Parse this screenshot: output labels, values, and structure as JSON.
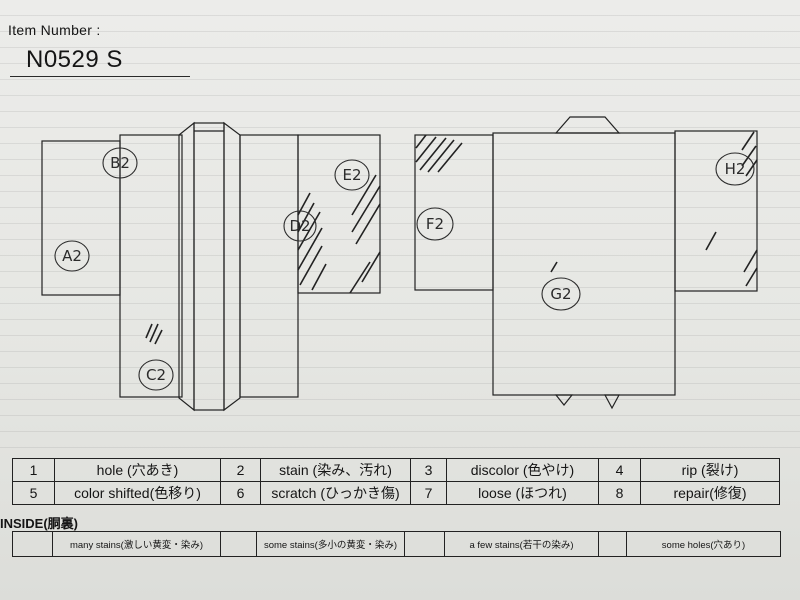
{
  "header": {
    "item_label": "Item Number :",
    "item_number": "N0529  S"
  },
  "diagram": {
    "front_labels": [
      "A2",
      "B2",
      "C2",
      "D2",
      "E2"
    ],
    "back_labels": [
      "F2",
      "G2",
      "H2"
    ]
  },
  "legend": {
    "rows": [
      [
        {
          "num": "1",
          "text": "hole (穴あき)"
        },
        {
          "num": "2",
          "text": "stain (染み、汚れ)"
        },
        {
          "num": "3",
          "text": "discolor (色やけ)"
        },
        {
          "num": "4",
          "text": "rip (裂け)"
        }
      ],
      [
        {
          "num": "5",
          "text": "color shifted(色移り)"
        },
        {
          "num": "6",
          "text": "scratch (ひっかき傷)"
        },
        {
          "num": "7",
          "text": "loose (ほつれ)"
        },
        {
          "num": "8",
          "text": "repair(修復)"
        }
      ]
    ]
  },
  "inside": {
    "title": "INSIDE(胴裏)",
    "options": [
      "many stains(激しい黄変・染み)",
      "some stains(多小の黄変・染み)",
      "a few stains(若干の染み)",
      "some holes(穴あり)"
    ]
  }
}
